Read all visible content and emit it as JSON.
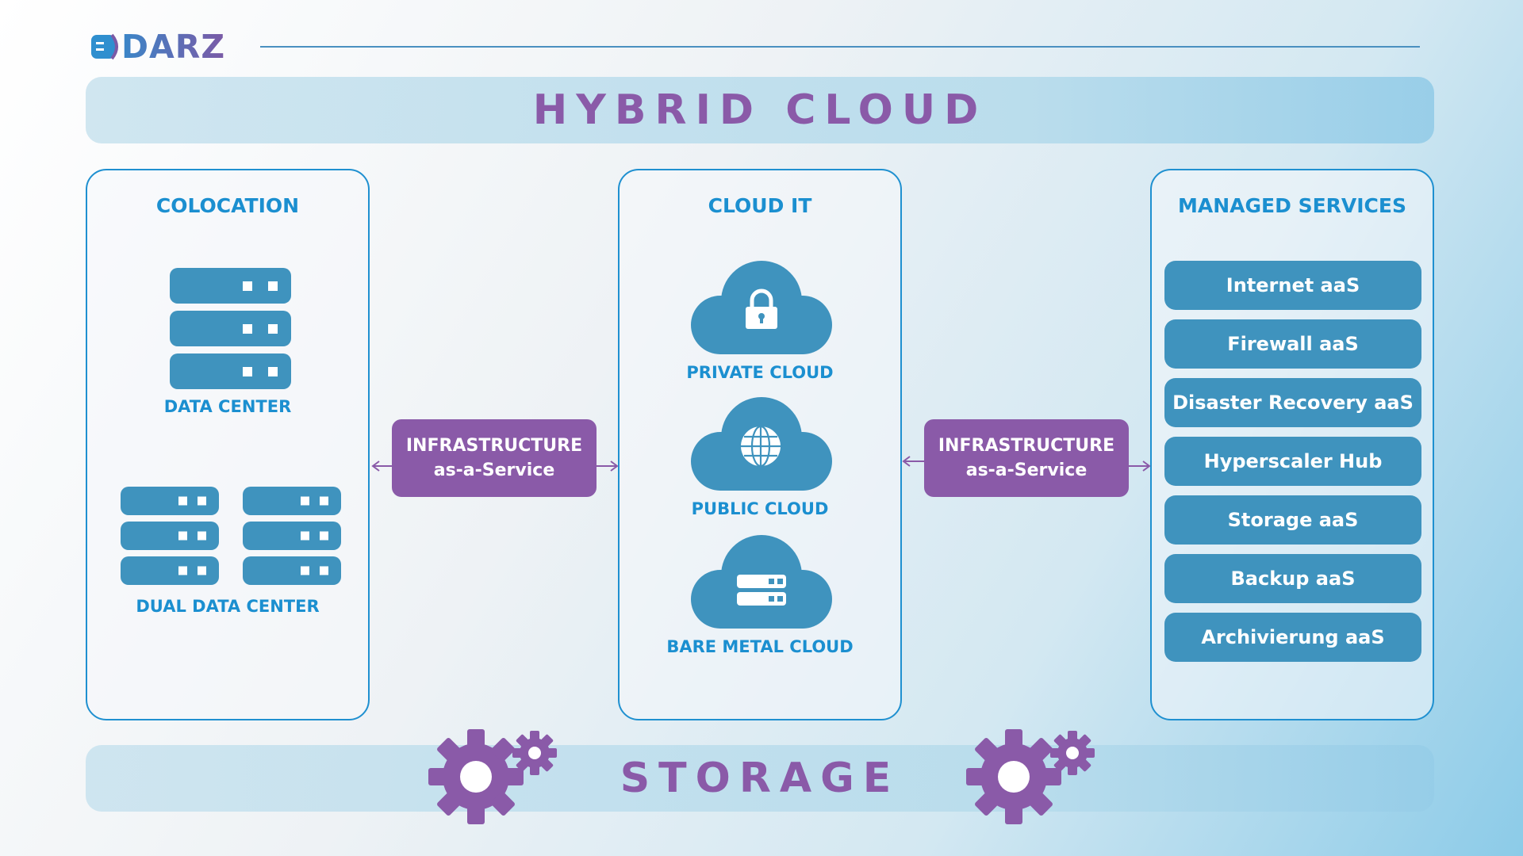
{
  "logo": {
    "text": "DARZ"
  },
  "header": {
    "title": "HYBRID CLOUD"
  },
  "footer": {
    "title": "STORAGE"
  },
  "panels": {
    "colocation": {
      "title": "COLOCATION",
      "items": [
        {
          "label": "DATA CENTER",
          "icon": "server-rack-icon"
        },
        {
          "label": "DUAL DATA CENTER",
          "icon": "dual-server-rack-icon"
        }
      ]
    },
    "cloud_it": {
      "title": "CLOUD IT",
      "items": [
        {
          "label": "PRIVATE CLOUD",
          "icon": "lock-cloud-icon"
        },
        {
          "label": "PUBLIC CLOUD",
          "icon": "globe-cloud-icon"
        },
        {
          "label": "BARE METAL CLOUD",
          "icon": "server-cloud-icon"
        }
      ]
    },
    "managed_services": {
      "title": "MANAGED SERVICES",
      "items": [
        "Internet aaS",
        "Firewall aaS",
        "Disaster Recovery aaS",
        "Hyperscaler Hub",
        "Storage aaS",
        "Backup aaS",
        "Archivierung aaS"
      ]
    }
  },
  "connectors": [
    {
      "line1": "INFRASTRUCTURE",
      "line2": "as-a-Service"
    },
    {
      "line1": "INFRASTRUCTURE",
      "line2": "as-a-Service"
    }
  ],
  "colors": {
    "primary_blue": "#3f93be",
    "title_blue": "#1b8fd0",
    "purple": "#8a5aa8"
  }
}
